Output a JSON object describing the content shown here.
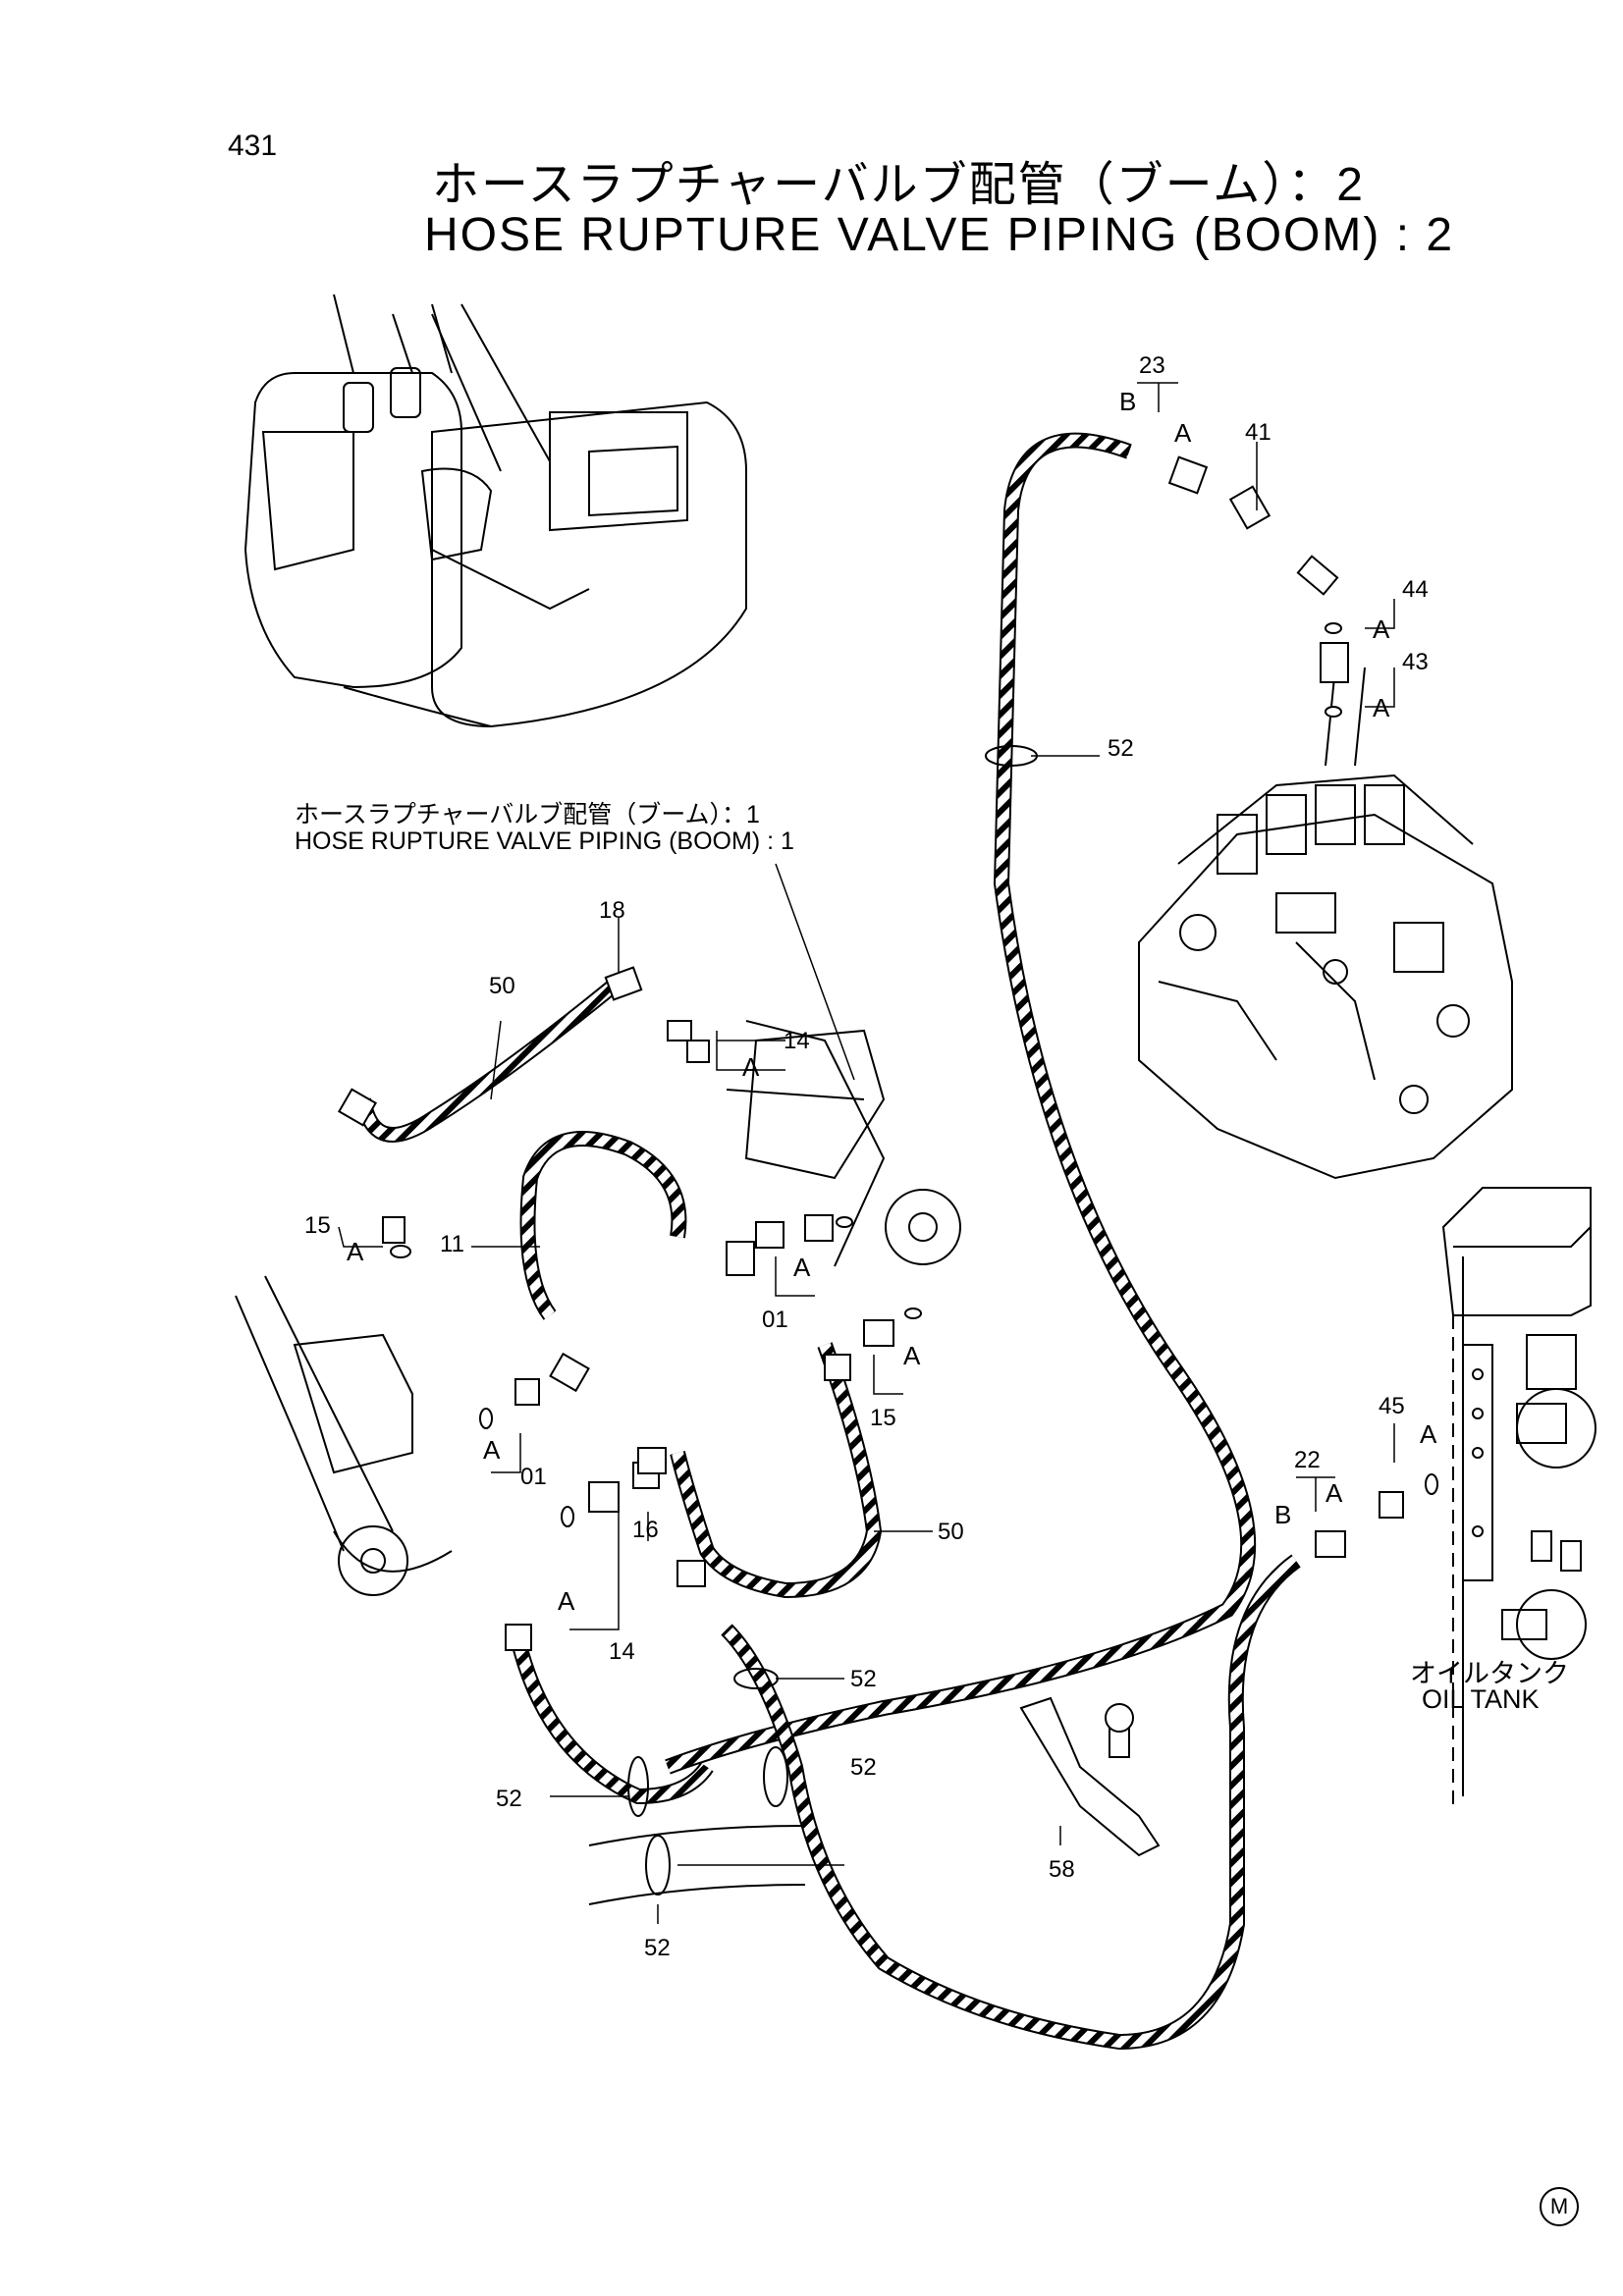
{
  "page": {
    "number": "431",
    "title_jp": "ホースラプチャーバルブ配管（ブーム）：2",
    "title_en": "HOSE RUPTURE VALVE PIPING (BOOM) : 2"
  },
  "sub_reference": {
    "jp": "ホースラプチャーバルブ配管（ブーム）：1",
    "en": "HOSE RUPTURE VALVE PIPING (BOOM) : 1"
  },
  "oil_tank": {
    "jp": "オイルタンク",
    "en": "OIL TANK"
  },
  "callouts": [
    {
      "id": "c23",
      "text": "23"
    },
    {
      "id": "c41",
      "text": "41"
    },
    {
      "id": "c44",
      "text": "44"
    },
    {
      "id": "c43",
      "text": "43"
    },
    {
      "id": "c52a",
      "text": "52"
    },
    {
      "id": "c18",
      "text": "18"
    },
    {
      "id": "c50a",
      "text": "50"
    },
    {
      "id": "c14a",
      "text": "14"
    },
    {
      "id": "c15a",
      "text": "15"
    },
    {
      "id": "c11",
      "text": "11"
    },
    {
      "id": "c01a",
      "text": "01"
    },
    {
      "id": "c15b",
      "text": "15"
    },
    {
      "id": "c01b",
      "text": "01"
    },
    {
      "id": "c50b",
      "text": "50"
    },
    {
      "id": "c16",
      "text": "16"
    },
    {
      "id": "c14b",
      "text": "14"
    },
    {
      "id": "c52b",
      "text": "52"
    },
    {
      "id": "c52c",
      "text": "52"
    },
    {
      "id": "c52d",
      "text": "52"
    },
    {
      "id": "c52e",
      "text": "52"
    },
    {
      "id": "c58",
      "text": "58"
    },
    {
      "id": "c22",
      "text": "22"
    },
    {
      "id": "c45",
      "text": "45"
    }
  ],
  "letter_labels": [
    "A",
    "B"
  ],
  "corner_mark": "M"
}
